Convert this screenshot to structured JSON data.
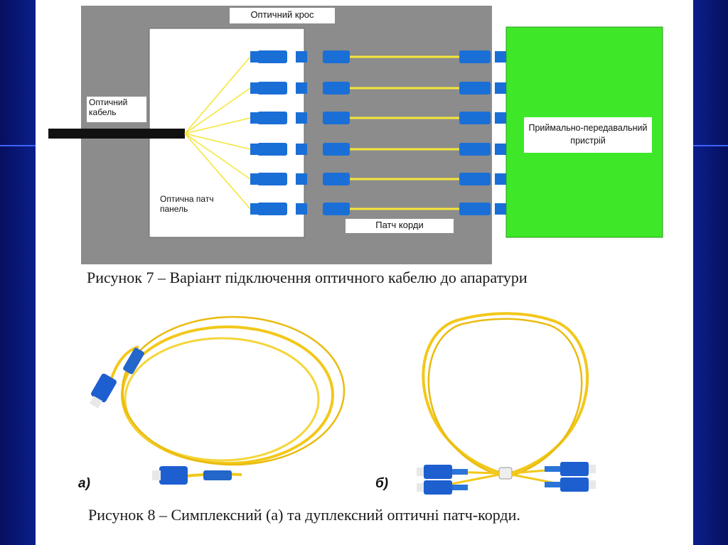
{
  "figure7": {
    "label_cross": "Оптичний крос",
    "label_cable": "Оптичний кабель",
    "label_panel": "Оптична патч панель",
    "label_transceiver": "Приймально-передавальний пристрій",
    "label_patch_cords": "Патч корди",
    "caption": "Рисунок 7 – Варіант підключення оптичного кабелю до апаратури",
    "colors": {
      "cross_bg": "#8c8c8c",
      "device": "#3ee828",
      "fiber": "#f5e63a",
      "connector": "#1a6fd6"
    }
  },
  "figure8": {
    "label_a": "а)",
    "label_b": "б)",
    "caption": "Рисунок 8 – Симплексний (а) та дуплексний оптичні патч-корди."
  }
}
